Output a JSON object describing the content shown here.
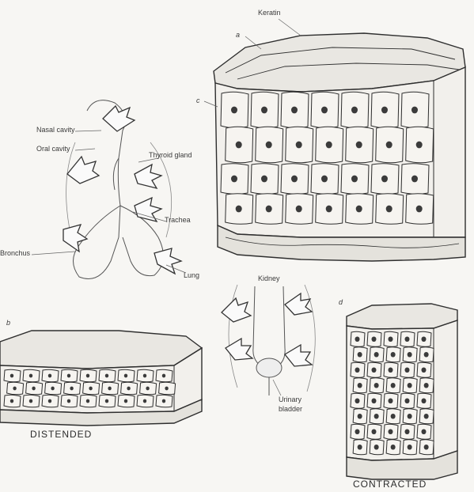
{
  "letters": {
    "a": "a",
    "b": "b",
    "c": "c",
    "d": "d"
  },
  "labels": {
    "keratin": "Keratin",
    "nasal_cavity": "Nasal cavity",
    "oral_cavity": "Oral cavity",
    "thyroid_gland": "Thyroid gland",
    "trachea": "Trachea",
    "bronchus": "Bronchus",
    "lung": "Lung",
    "kidney": "Kidney",
    "urinary_bladder": "Urinary\nbladder"
  },
  "captions": {
    "distended": "DISTENDED",
    "contracted": "CONTRACTED"
  },
  "colors": {
    "ink": "#2e2e2e",
    "nucleus": "#3b3b3b",
    "paper": "#f7f6f3"
  }
}
